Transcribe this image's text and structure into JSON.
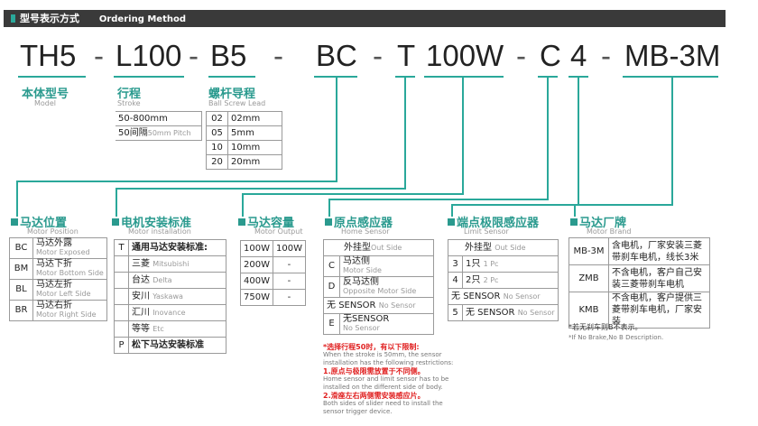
{
  "header": {
    "title": "型号表示方式",
    "title_en": "Ordering Method"
  },
  "code": {
    "parts": [
      "TH5",
      "L100",
      "B5",
      "BC",
      "T",
      "100W",
      "C",
      "4",
      "MB-3M"
    ],
    "dash": "-"
  },
  "model": {
    "cn": "本体型号",
    "en": "Model"
  },
  "stroke": {
    "cn": "行程",
    "en": "Stroke",
    "rows": [
      "50-800mm",
      "50间隔"
    ],
    "pitch_note": "50mm Pitch"
  },
  "lead": {
    "cn": "螺杆导程",
    "en": "Ball Screw Lead",
    "rows": [
      [
        "02",
        "02mm"
      ],
      [
        "05",
        "5mm"
      ],
      [
        "10",
        "10mm"
      ],
      [
        "20",
        "20mm"
      ]
    ]
  },
  "position": {
    "cn": "马达位置",
    "en": "Motor Position",
    "rows": [
      [
        "BC",
        "马达外露",
        "Motor Exposed"
      ],
      [
        "BM",
        "马达下折",
        "Motor Bottom Side"
      ],
      [
        "BL",
        "马达左折",
        "Motor Left Side"
      ],
      [
        "BR",
        "马达右折",
        "Motor Right Side"
      ]
    ]
  },
  "install": {
    "cn": "电机安装标准",
    "en": "Motor installation",
    "rows": [
      [
        "T",
        "通用马达安装标准:",
        ""
      ],
      [
        "",
        "三菱",
        "Mitsubishi"
      ],
      [
        "",
        "台达",
        "Delta"
      ],
      [
        "",
        "安川",
        "Yaskawa"
      ],
      [
        "",
        "汇川",
        "Inovance"
      ],
      [
        "",
        "等等",
        "Etc"
      ],
      [
        "P",
        "松下马达安装标准",
        ""
      ]
    ]
  },
  "output": {
    "cn": "马达容量",
    "en": "Motor Output",
    "rows": [
      [
        "100W",
        "100W"
      ],
      [
        "200W",
        "-"
      ],
      [
        "400W",
        "-"
      ],
      [
        "750W",
        "-"
      ]
    ]
  },
  "home": {
    "cn": "原点感应器",
    "en": "Home Sensor",
    "rows": [
      [
        "",
        "外挂型",
        "Out Side"
      ],
      [
        "C",
        "马达侧",
        "Motor Side"
      ],
      [
        "D",
        "反马达侧",
        "Opposite Motor Side"
      ],
      [
        "无",
        "SENSOR",
        "No Sensor"
      ],
      [
        "E",
        "无SENSOR",
        "No Sensor"
      ]
    ]
  },
  "limit": {
    "cn": "端点极限感应器",
    "en": "Limit Sensor",
    "rows": [
      [
        "",
        "外挂型",
        "Out Side"
      ],
      [
        "3",
        "1只",
        "1 Pc"
      ],
      [
        "4",
        "2只",
        "2 Pc"
      ],
      [
        "无",
        "SENSOR",
        "No Sensor"
      ],
      [
        "5",
        "无 SENSOR",
        "No Sensor"
      ]
    ]
  },
  "brand": {
    "cn": "马达厂牌",
    "en": "Motor Brand",
    "rows": [
      [
        "MB-3M",
        "含电机，厂家安装三菱带刹车电机，线长3米"
      ],
      [
        "ZMB",
        "不含电机，客户自己安装三菱带刹车电机"
      ],
      [
        "KMB",
        "不含电机，客户提供三菱带刹车电机，厂家安装"
      ]
    ],
    "note_cn": "*若无刹车则B不表示。",
    "note_en": "*If No Brake,No B Description."
  },
  "notes": {
    "n0": "*选择行程50时，有以下限制:",
    "n0en1": "When the stroke is 50mm, the sensor",
    "n0en2": "installation has the following restrictions:",
    "n1": "1.原点与极限需放置于不同侧。",
    "n1en1": "Home sensor and limit sensor has to be",
    "n1en2": "installed on the different side of body.",
    "n2": "2.滑座左右两侧需安装感应片。",
    "n2en1": "Both sides of slider need to install the",
    "n2en2": "sensor trigger device."
  },
  "colors": {
    "accent": "#2aa89a",
    "header_bg": "#3a3a3a",
    "warn": "#e02020"
  }
}
